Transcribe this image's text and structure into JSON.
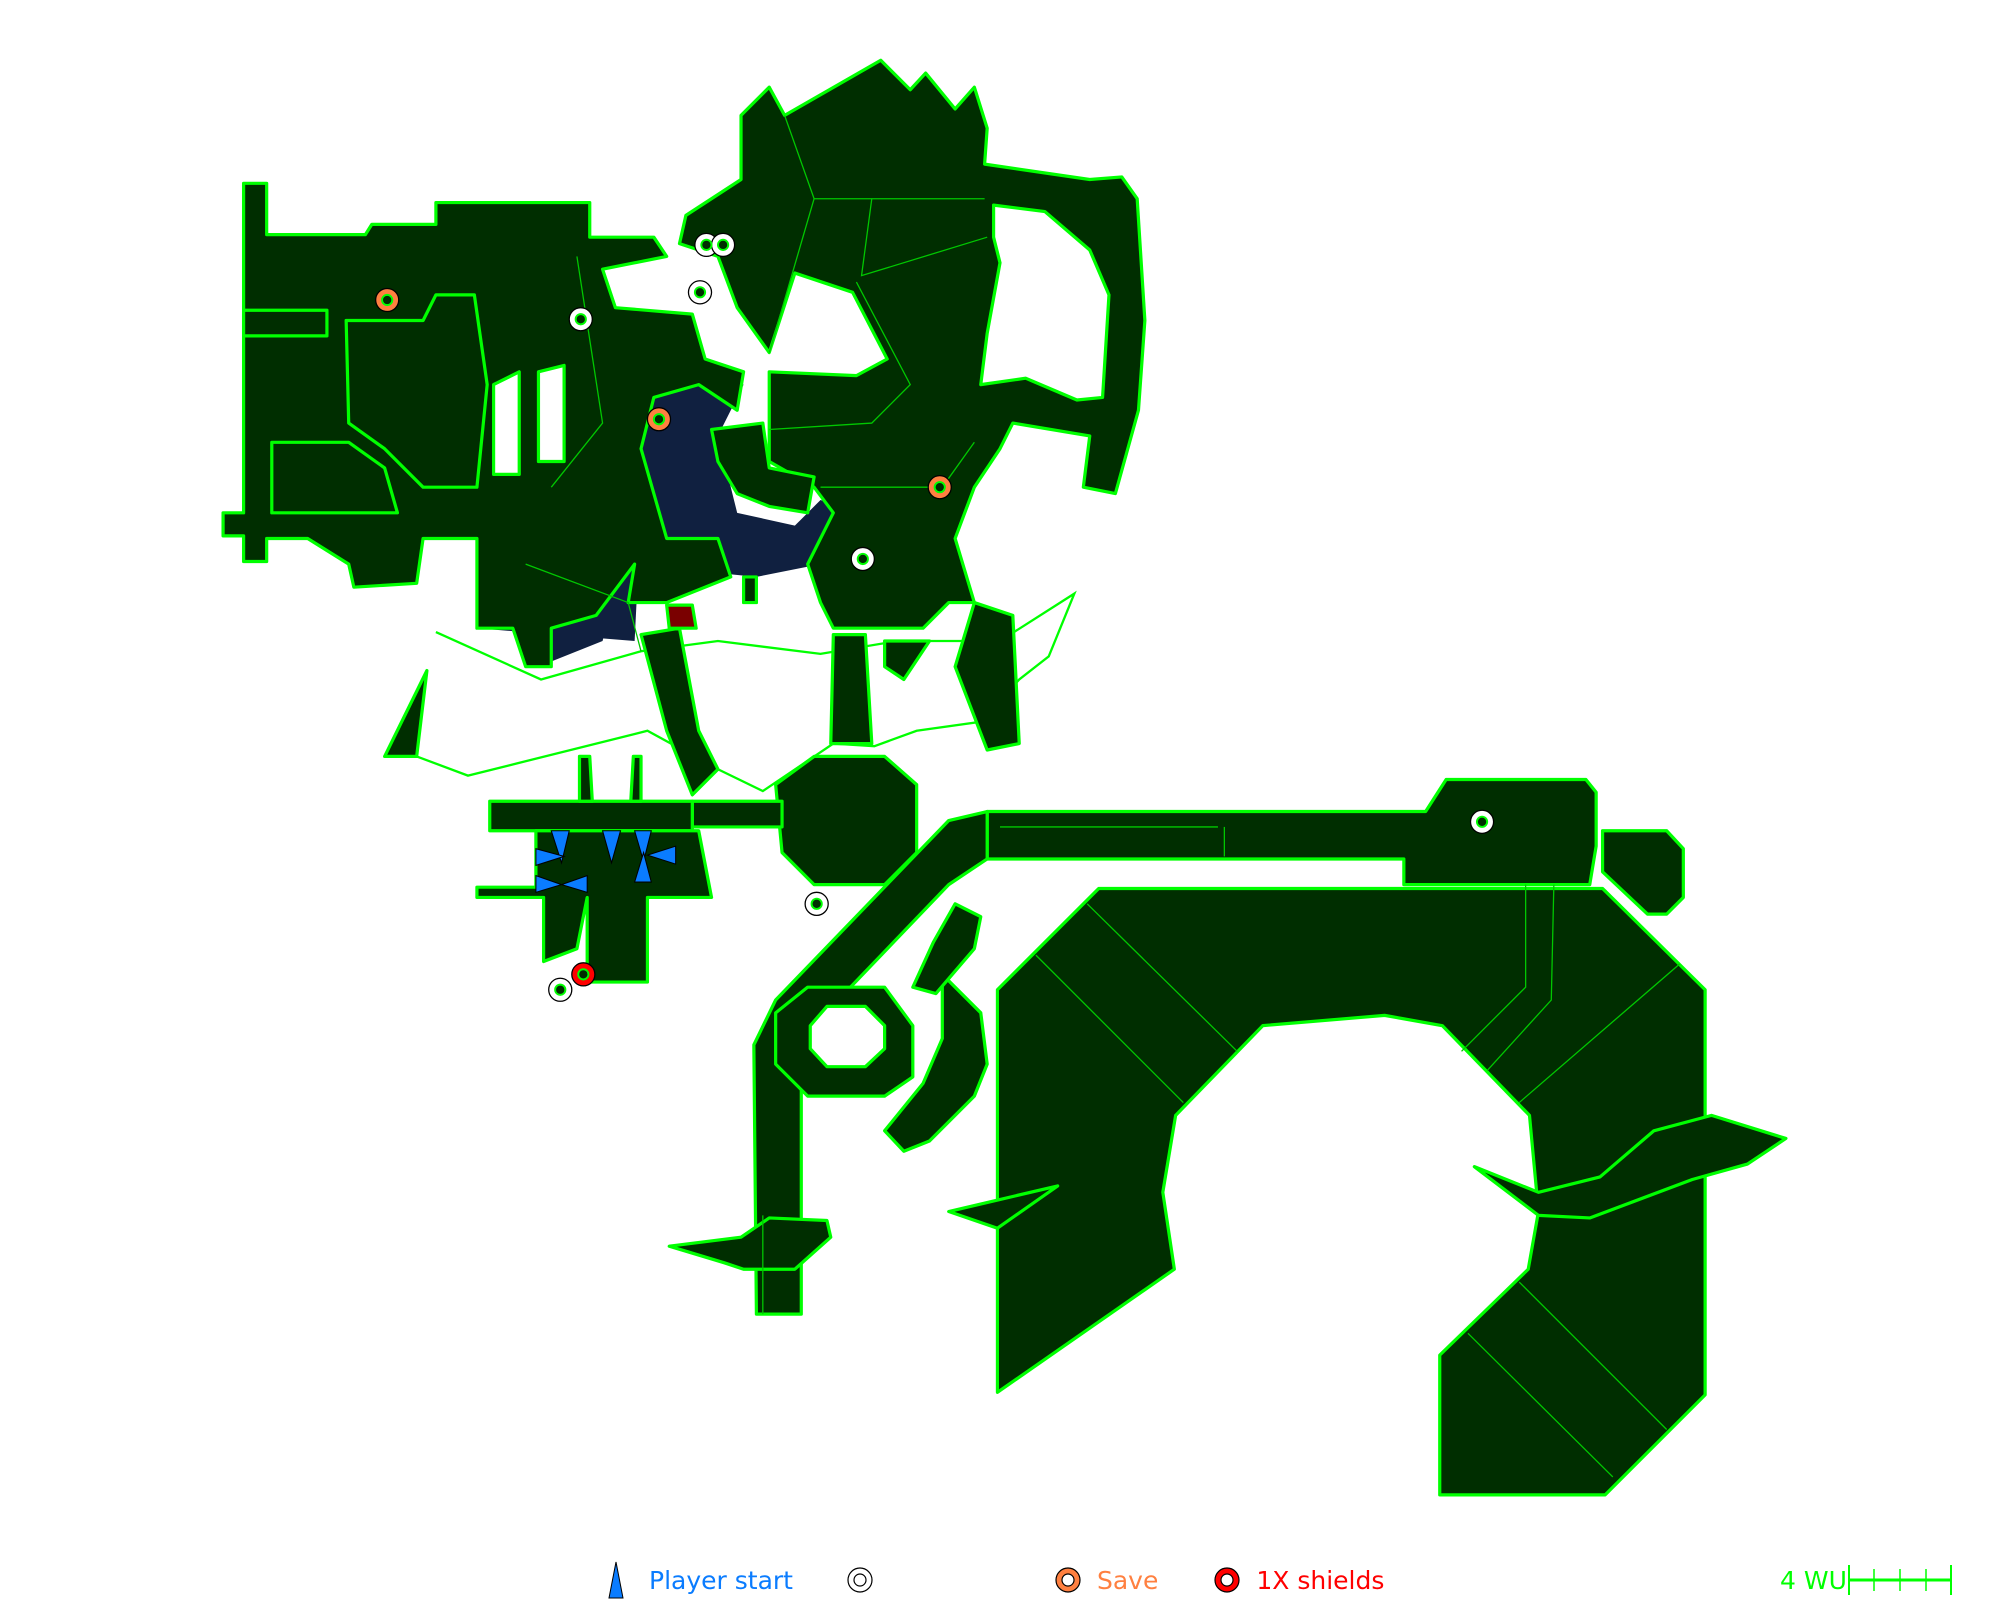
{
  "legend": {
    "player_start": {
      "label": "Player start",
      "color": "#0a7cff",
      "icon": "blue-triangle-icon"
    },
    "item": {
      "label": "",
      "color": "#ffffff",
      "icon": "white-ring-icon"
    },
    "save": {
      "label": "Save",
      "color": "#ff8040",
      "icon": "orange-ring-icon"
    },
    "shields": {
      "label": "1X shields",
      "color": "#ff0000",
      "icon": "red-ring-icon"
    }
  },
  "scale_bar": {
    "label": "4 WU",
    "color": "#00ff00",
    "divisions": 4
  },
  "colors": {
    "floor": "#002e00",
    "outline": "#00ff00",
    "water": "#102040"
  }
}
